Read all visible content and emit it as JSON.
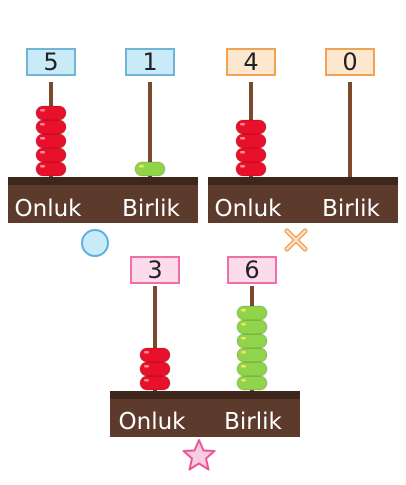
{
  "abaci": [
    {
      "tens_digit": "5",
      "ones_digit": "1",
      "tens_label": "Onluk",
      "ones_label": "Birlik",
      "tens_beads": 5,
      "ones_beads": 1,
      "card_color": "#c9ebf8"
    },
    {
      "tens_digit": "4",
      "ones_digit": "0",
      "tens_label": "Onluk",
      "ones_label": "Birlik",
      "tens_beads": 4,
      "ones_beads": 0,
      "card_color": "#fde7cf"
    },
    {
      "tens_digit": "3",
      "ones_digit": "6",
      "tens_label": "Onluk",
      "ones_label": "Birlik",
      "tens_beads": 3,
      "ones_beads": 6,
      "card_color": "#fcdcea"
    }
  ],
  "markers": [
    {
      "icon": "circle-icon",
      "color": "#c9ebf8"
    },
    {
      "icon": "cross-icon",
      "color": "#f0a354"
    },
    {
      "icon": "star-icon",
      "color": "#f8cde0"
    }
  ],
  "colors": {
    "base": "#5c3a2c",
    "rod": "#7a4a2a",
    "tens_bead": "#e8102a",
    "ones_bead": "#8fd44a"
  }
}
